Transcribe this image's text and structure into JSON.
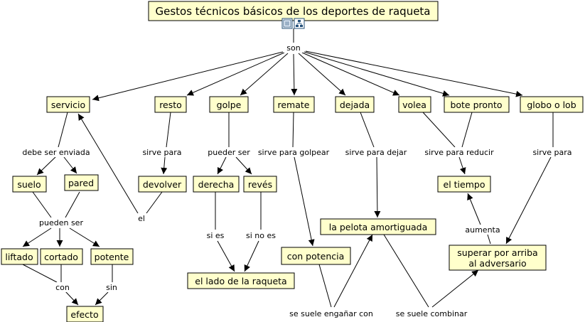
{
  "title": "Gestos técnicos básicos de los deportes de raqueta",
  "concepts": {
    "servicio": "servicio",
    "resto": "resto",
    "golpe": "golpe",
    "remate": "remate",
    "dejada": "dejada",
    "volea": "volea",
    "bote_pronto": "bote pronto",
    "globo": "globo o lob",
    "suelo": "suelo",
    "pared": "pared",
    "devolver": "devolver",
    "derecha": "derecha",
    "reves": "revés",
    "el_tiempo": "el tiempo",
    "pelota_amortiguada": "la pelota amortiguada",
    "con_potencia": "con potencia",
    "superar_1": "superar por arriba",
    "superar_2": "al adversario",
    "liftado": "liftado",
    "cortado": "cortado",
    "potente": "potente",
    "lado_raqueta": "el lado de la raqueta",
    "efecto": "efecto"
  },
  "links": {
    "son": "son",
    "debe_ser_enviada": "debe ser enviada",
    "sirve_para_1": "sirve para",
    "pueder_ser": "pueder ser",
    "sirve_para_golpear": "sirve para golpear",
    "sirve_para_dejar": "sirve para dejar",
    "sirve_para_reducir": "sirve para reducir",
    "sirve_para_2": "sirve para",
    "pueden_ser": "pueden ser",
    "el": "el",
    "si_es": "si es",
    "si_no_es": "si no es",
    "aumenta": "aumenta",
    "con": "con",
    "sin": "sin",
    "se_suele_enganar": "se suele engañar con",
    "se_suele_combinar": "se suele combinar"
  },
  "icons": [
    "resource-document-icon",
    "submap-hierarchy-icon"
  ]
}
